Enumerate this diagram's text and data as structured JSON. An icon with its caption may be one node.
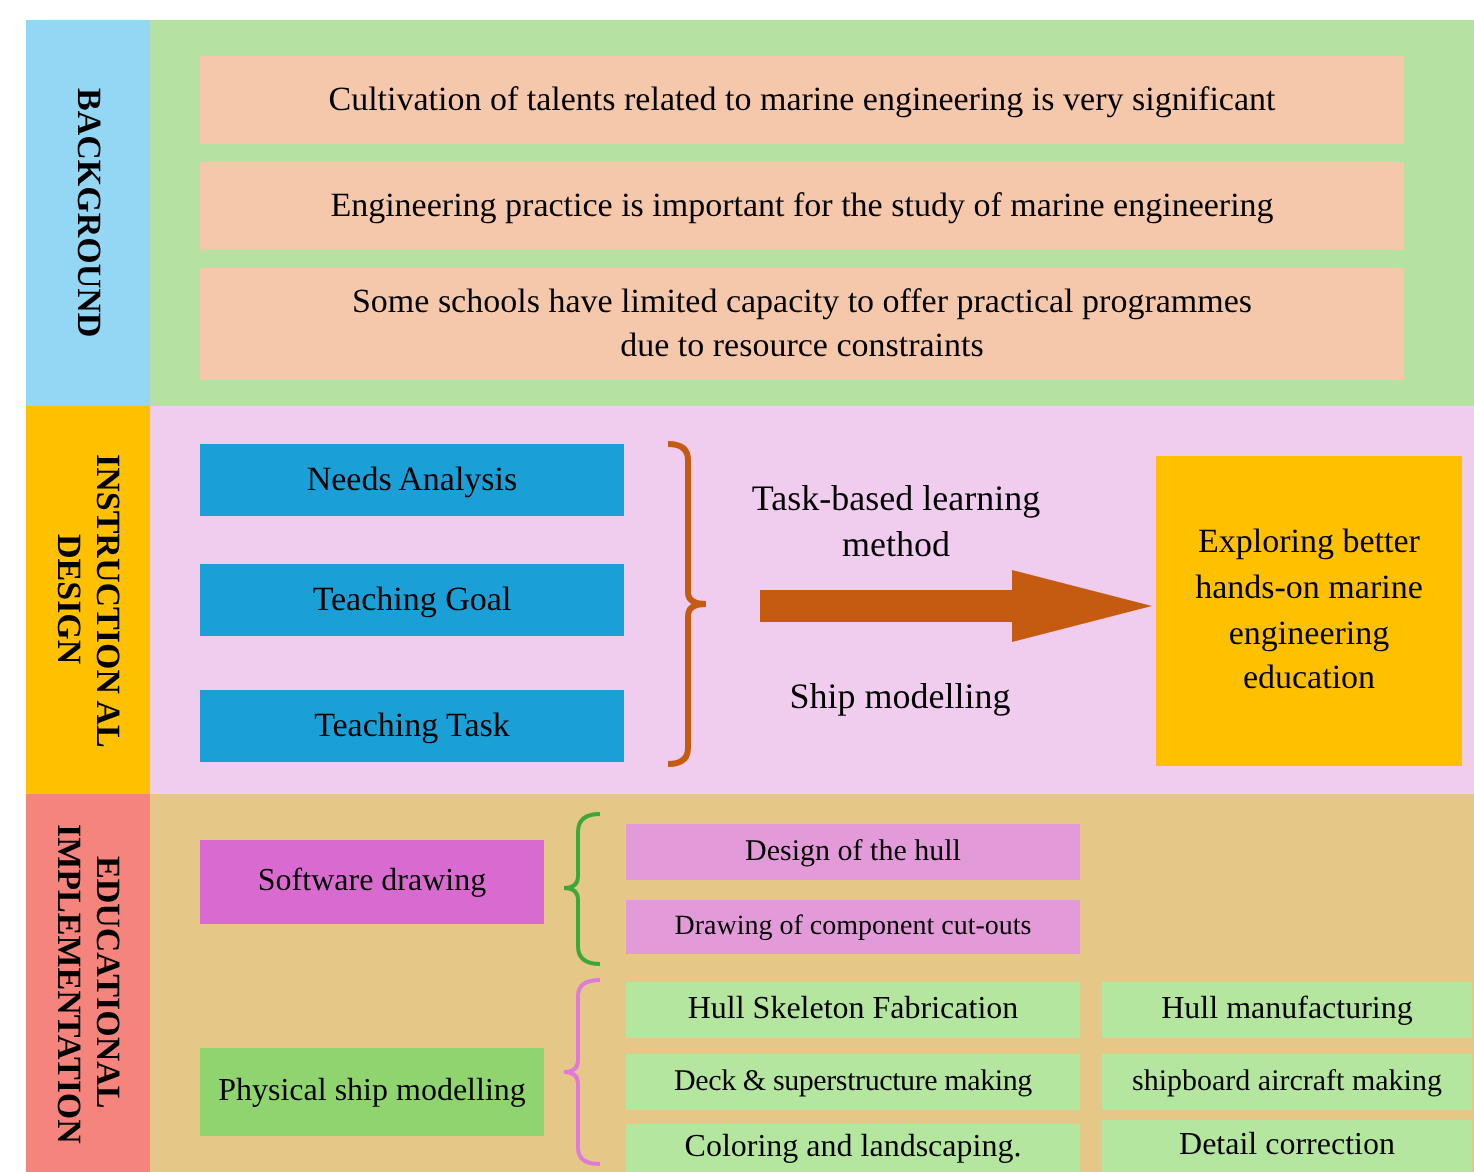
{
  "diagram": {
    "nodes": [
      {
        "text": [
          "BACKGROUND"
        ]
      },
      {
        "text": [],
        "shape": "box"
      },
      {
        "text": [
          "Cultivation of talents related to marine engineering is very significant"
        ],
        "in": 1
      },
      {
        "text": [
          "Engineering practice is important for the study of marine engineering"
        ],
        "in": 1
      },
      {
        "text": [
          "Some schools have limited capacity to offer practical programmes due to resource constraints"
        ],
        "in": 1
      },
      {
        "text": [
          "INSTRUCTION AL DESIGN"
        ]
      },
      {
        "text": [],
        "shape": "box"
      },
      {
        "text": [
          "Needs Analysis"
        ],
        "in": 6
      },
      {
        "text": [
          "Teaching Goal"
        ],
        "in": 6
      },
      {
        "text": [
          "Teaching Task"
        ],
        "in": 6
      },
      {
        "text": [
          "Exploring better hands-on marine engineering education"
        ],
        "in": 6
      },
      {
        "text": [
          "EDUCATIONAL IMPLEMENTATION"
        ]
      },
      {
        "text": [],
        "shape": "box"
      },
      {
        "text": [
          "Software drawing"
        ],
        "in": 12
      },
      {
        "text": [
          "Design of the hull"
        ],
        "in": 12
      },
      {
        "text": [
          "Drawing of component cut-outs"
        ],
        "in": 12
      },
      {
        "text": [
          "Physical ship modelling"
        ],
        "in": 12
      },
      {
        "text": [
          "Hull Skeleton Fabrication"
        ],
        "in": 12
      },
      {
        "text": [
          "Hull manufacturing"
        ],
        "in": 12
      },
      {
        "text": [
          "Deck & superstructure making"
        ],
        "in": 12
      },
      {
        "text": [
          "shipboard aircraft making"
        ],
        "in": 12
      },
      {
        "text": [
          "Coloring and landscaping."
        ],
        "in": 12
      },
      {
        "text": [
          "Detail correction"
        ],
        "in": 12
      }
    ],
    "edges": [
      {
        "from": null,
        "to": 10,
        "arrow": "to",
        "label": "Task-based learning method"
      }
    ],
    "labels": [
      "Ship modelling"
    ]
  }
}
